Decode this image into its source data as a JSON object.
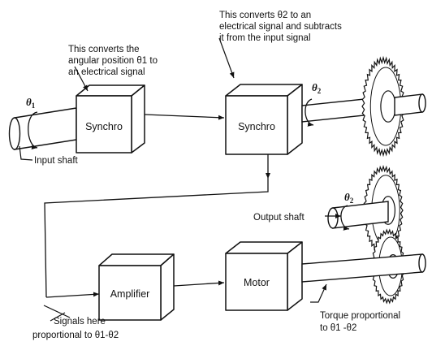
{
  "annotations": {
    "synchro1_note": [
      "This converts the",
      "angular position θ1 to",
      "an electrical signal"
    ],
    "synchro2_note": [
      "This converts θ2 to an",
      "electrical signal and subtracts",
      "it from the input signal"
    ],
    "input_shaft": "Input shaft",
    "output_shaft": "Output shaft",
    "signals_note": [
      "Signals here",
      "proportional to θ1-θ2"
    ],
    "torque_note": [
      "Torque proportional",
      "to θ1 -θ2"
    ]
  },
  "components": {
    "synchro1": "Synchro",
    "synchro2": "Synchro",
    "amplifier": "Amplifier",
    "motor": "Motor"
  },
  "symbols": {
    "theta1": "θ1",
    "theta2_top": "θ2",
    "theta2_output": "θ2"
  }
}
